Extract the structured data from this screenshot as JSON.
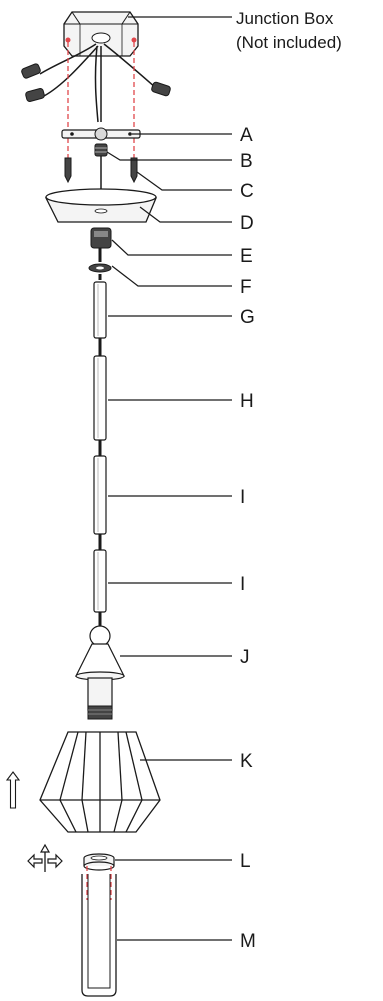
{
  "junction_box": {
    "line1": "Junction Box",
    "line2": "(Not included)"
  },
  "labels": {
    "A": "A",
    "B": "B",
    "C": "C",
    "D": "D",
    "E": "E",
    "F": "F",
    "G": "G",
    "H": "H",
    "I1": "I",
    "I2": "I",
    "J": "J",
    "K": "K",
    "L": "L",
    "M": "M"
  },
  "colors": {
    "line": "#1a1a1a",
    "guide": "#e0474c",
    "fill_light": "#f4f4f4",
    "fill_mid": "#d9d9d9",
    "fill_dark": "#444444"
  }
}
